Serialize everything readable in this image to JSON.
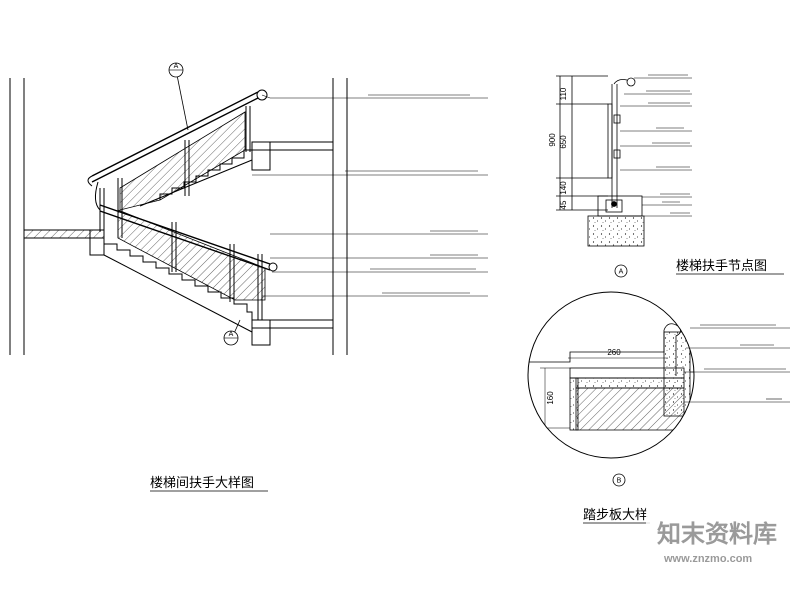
{
  "titles": {
    "stair_section": "楼梯间扶手大样图",
    "handrail_node": "楼梯扶手节点图",
    "tread_detail": "踏步板大样"
  },
  "markers": {
    "a": "A",
    "b": "B"
  },
  "dimensions": {
    "total_height": "900",
    "top_segment": "110",
    "mid_segment": "650",
    "bottom_segment": "140",
    "base_segment": "45",
    "tread_width": "260",
    "riser_height": "160"
  },
  "watermark": {
    "name": "知末资料库",
    "url": "www.znzmo.com"
  },
  "colors": {
    "line": "#000000",
    "background": "#ffffff",
    "watermark": "#9a9a9a"
  }
}
